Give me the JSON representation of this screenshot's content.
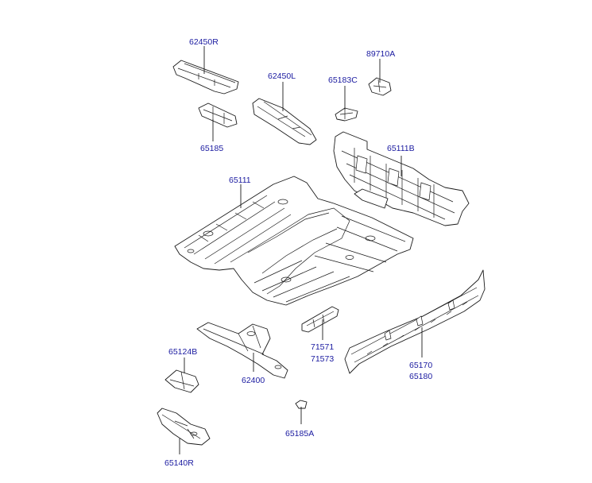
{
  "labels": {
    "l62450R": "62450R",
    "l65185": "65185",
    "l62450L": "62450L",
    "l65183C": "65183C",
    "l89710A": "89710A",
    "l65111B": "65111B",
    "l65111": "65111",
    "l65124B": "65124B",
    "l62400": "62400",
    "l71571": "71571",
    "l71573": "71573",
    "l65170": "65170",
    "l65180": "65180",
    "l65185A": "65185A",
    "l65140R": "65140R"
  },
  "colors": {
    "label_text": "#1a1aa0",
    "line": "#1a1a1a",
    "background": "#ffffff"
  }
}
